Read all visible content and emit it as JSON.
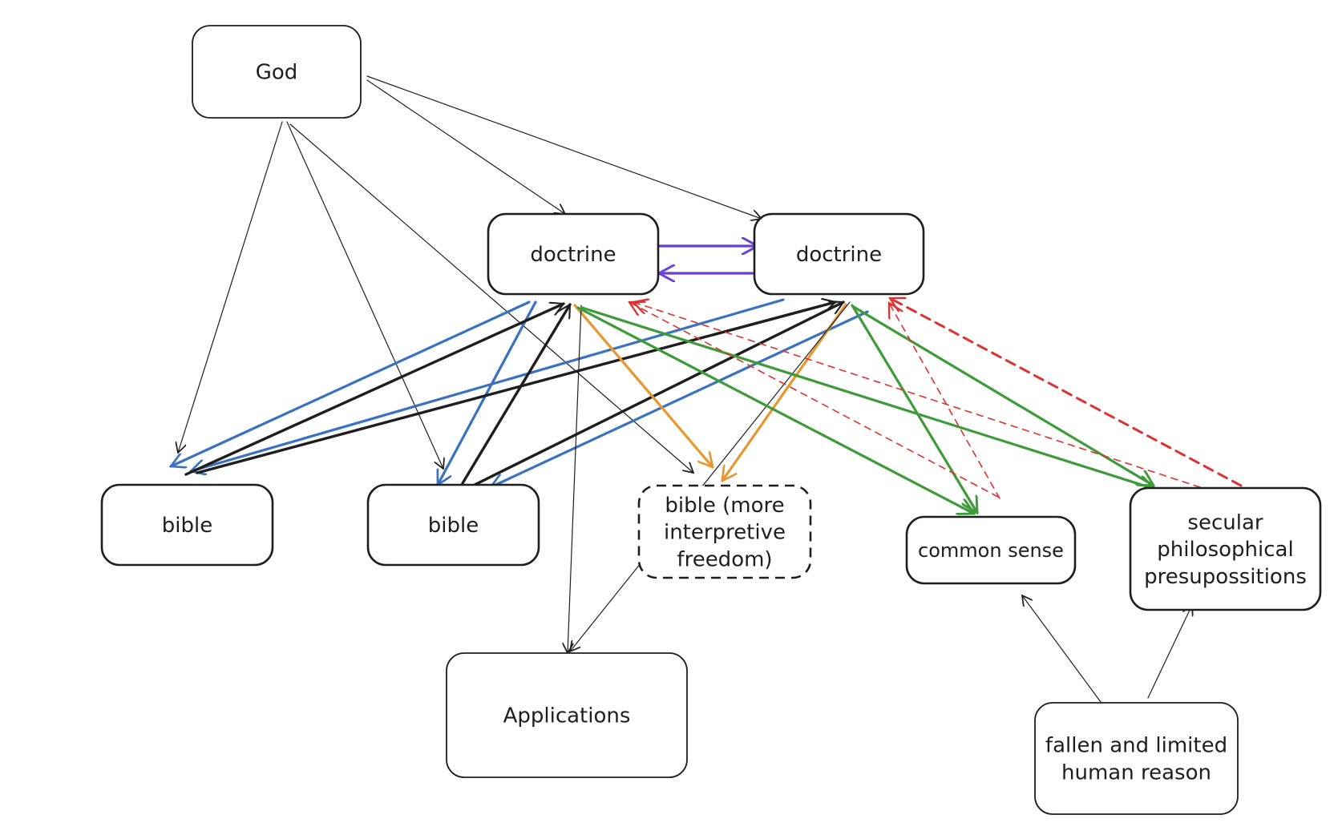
{
  "nodes": {
    "god": {
      "label": [
        "God"
      ]
    },
    "doctrine_left": {
      "label": [
        "doctrine"
      ]
    },
    "doctrine_right": {
      "label": [
        "doctrine"
      ]
    },
    "bible_1": {
      "label": [
        "bible"
      ]
    },
    "bible_2": {
      "label": [
        "bible"
      ]
    },
    "bible_free": {
      "label": [
        "bible (more",
        "interpretive",
        "freedom)"
      ]
    },
    "common_sense": {
      "label": [
        "common sense"
      ]
    },
    "secular": {
      "label": [
        "secular",
        "philosophical",
        "presupossitions"
      ]
    },
    "applications": {
      "label": [
        "Applications"
      ]
    },
    "reason": {
      "label": [
        "fallen and limited",
        "human reason"
      ]
    }
  },
  "colors": {
    "ink": "#1e1e1e",
    "blue": "#3a71c1",
    "purple": "#6741d9",
    "orange": "#e8962e",
    "green": "#3e9b3a",
    "red": "#e03131"
  },
  "edges": [
    {
      "from": "god",
      "to": "doctrine_left",
      "color": "ink",
      "style": "thin"
    },
    {
      "from": "god",
      "to": "doctrine_right",
      "color": "ink",
      "style": "thin"
    },
    {
      "from": "god",
      "to": "bible_1",
      "color": "ink",
      "style": "thin"
    },
    {
      "from": "god",
      "to": "bible_2",
      "color": "ink",
      "style": "thin"
    },
    {
      "from": "god",
      "to": "bible_free",
      "color": "ink",
      "style": "thin"
    },
    {
      "from": "doctrine_left",
      "to": "doctrine_right",
      "color": "purple",
      "style": "bold"
    },
    {
      "from": "doctrine_right",
      "to": "doctrine_left",
      "color": "purple",
      "style": "bold"
    },
    {
      "from": "doctrine_left",
      "to": "bible_1",
      "color": "blue",
      "style": "bold"
    },
    {
      "from": "doctrine_left",
      "to": "bible_2",
      "color": "blue",
      "style": "bold"
    },
    {
      "from": "doctrine_right",
      "to": "bible_1",
      "color": "blue",
      "style": "bold"
    },
    {
      "from": "doctrine_right",
      "to": "bible_2",
      "color": "blue",
      "style": "bold"
    },
    {
      "from": "bible_1",
      "to": "doctrine_left",
      "color": "ink",
      "style": "bold"
    },
    {
      "from": "bible_1",
      "to": "doctrine_right",
      "color": "ink",
      "style": "bold"
    },
    {
      "from": "bible_2",
      "to": "doctrine_left",
      "color": "ink",
      "style": "bold"
    },
    {
      "from": "bible_2",
      "to": "doctrine_right",
      "color": "ink",
      "style": "bold"
    },
    {
      "from": "doctrine_left",
      "to": "bible_free",
      "color": "orange",
      "style": "bold"
    },
    {
      "from": "doctrine_right",
      "to": "bible_free",
      "color": "orange",
      "style": "bold"
    },
    {
      "from": "doctrine_left",
      "to": "applications",
      "color": "ink",
      "style": "thin"
    },
    {
      "from": "doctrine_right",
      "to": "applications",
      "color": "ink",
      "style": "thin"
    },
    {
      "from": "doctrine_left",
      "to": "common_sense",
      "color": "green",
      "style": "bold"
    },
    {
      "from": "doctrine_left",
      "to": "secular",
      "color": "green",
      "style": "bold"
    },
    {
      "from": "doctrine_right",
      "to": "common_sense",
      "color": "green",
      "style": "bold"
    },
    {
      "from": "doctrine_right",
      "to": "secular",
      "color": "green",
      "style": "bold"
    },
    {
      "from": "common_sense",
      "to": "doctrine_left",
      "color": "red",
      "style": "dashed"
    },
    {
      "from": "common_sense",
      "to": "doctrine_right",
      "color": "red",
      "style": "dashed"
    },
    {
      "from": "secular",
      "to": "doctrine_left",
      "color": "red",
      "style": "dashed"
    },
    {
      "from": "secular",
      "to": "doctrine_right",
      "color": "red",
      "style": "dashed"
    },
    {
      "from": "reason",
      "to": "common_sense",
      "color": "ink",
      "style": "thin"
    },
    {
      "from": "reason",
      "to": "secular",
      "color": "ink",
      "style": "thin"
    }
  ]
}
